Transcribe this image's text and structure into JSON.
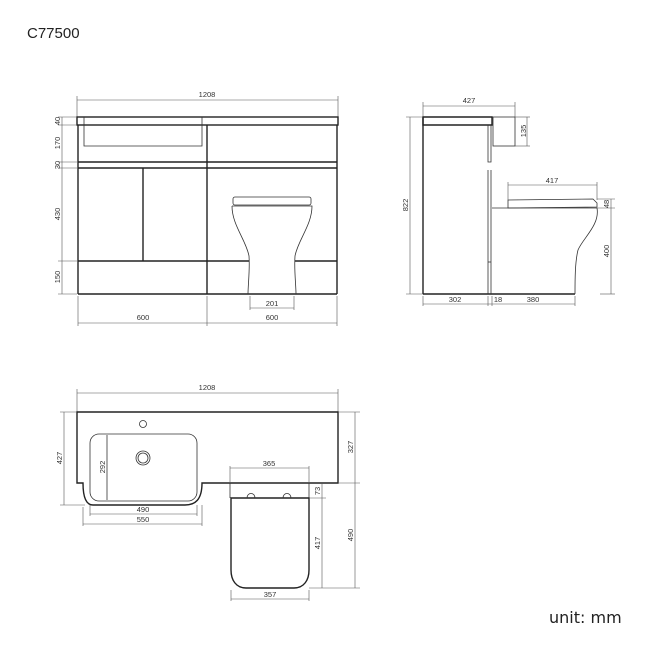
{
  "title": "C77500",
  "unit_label": "unit: mm",
  "front_view": {
    "width_total": "1208",
    "heights": [
      "40",
      "170",
      "30",
      "430",
      "150"
    ],
    "bottom_widths": [
      "600",
      "600"
    ],
    "toilet_base_width": "201"
  },
  "side_view": {
    "depth_total": "427",
    "height_total": "822",
    "cistern_height": "135",
    "seat_depth": "417",
    "seat_thickness": "48",
    "pan_height": "400",
    "bottom_widths": [
      "302",
      "18",
      "380"
    ]
  },
  "top_view": {
    "width_total": "1208",
    "depth_total": "427",
    "countertop_depth": "327",
    "basin_depth": "292",
    "basin_width": "490",
    "unit_width": "550",
    "toilet_width_top": "365",
    "toilet_gap": "73",
    "toilet_seat_length": "417",
    "toilet_total_depth": "490",
    "toilet_width_bottom": "357"
  }
}
